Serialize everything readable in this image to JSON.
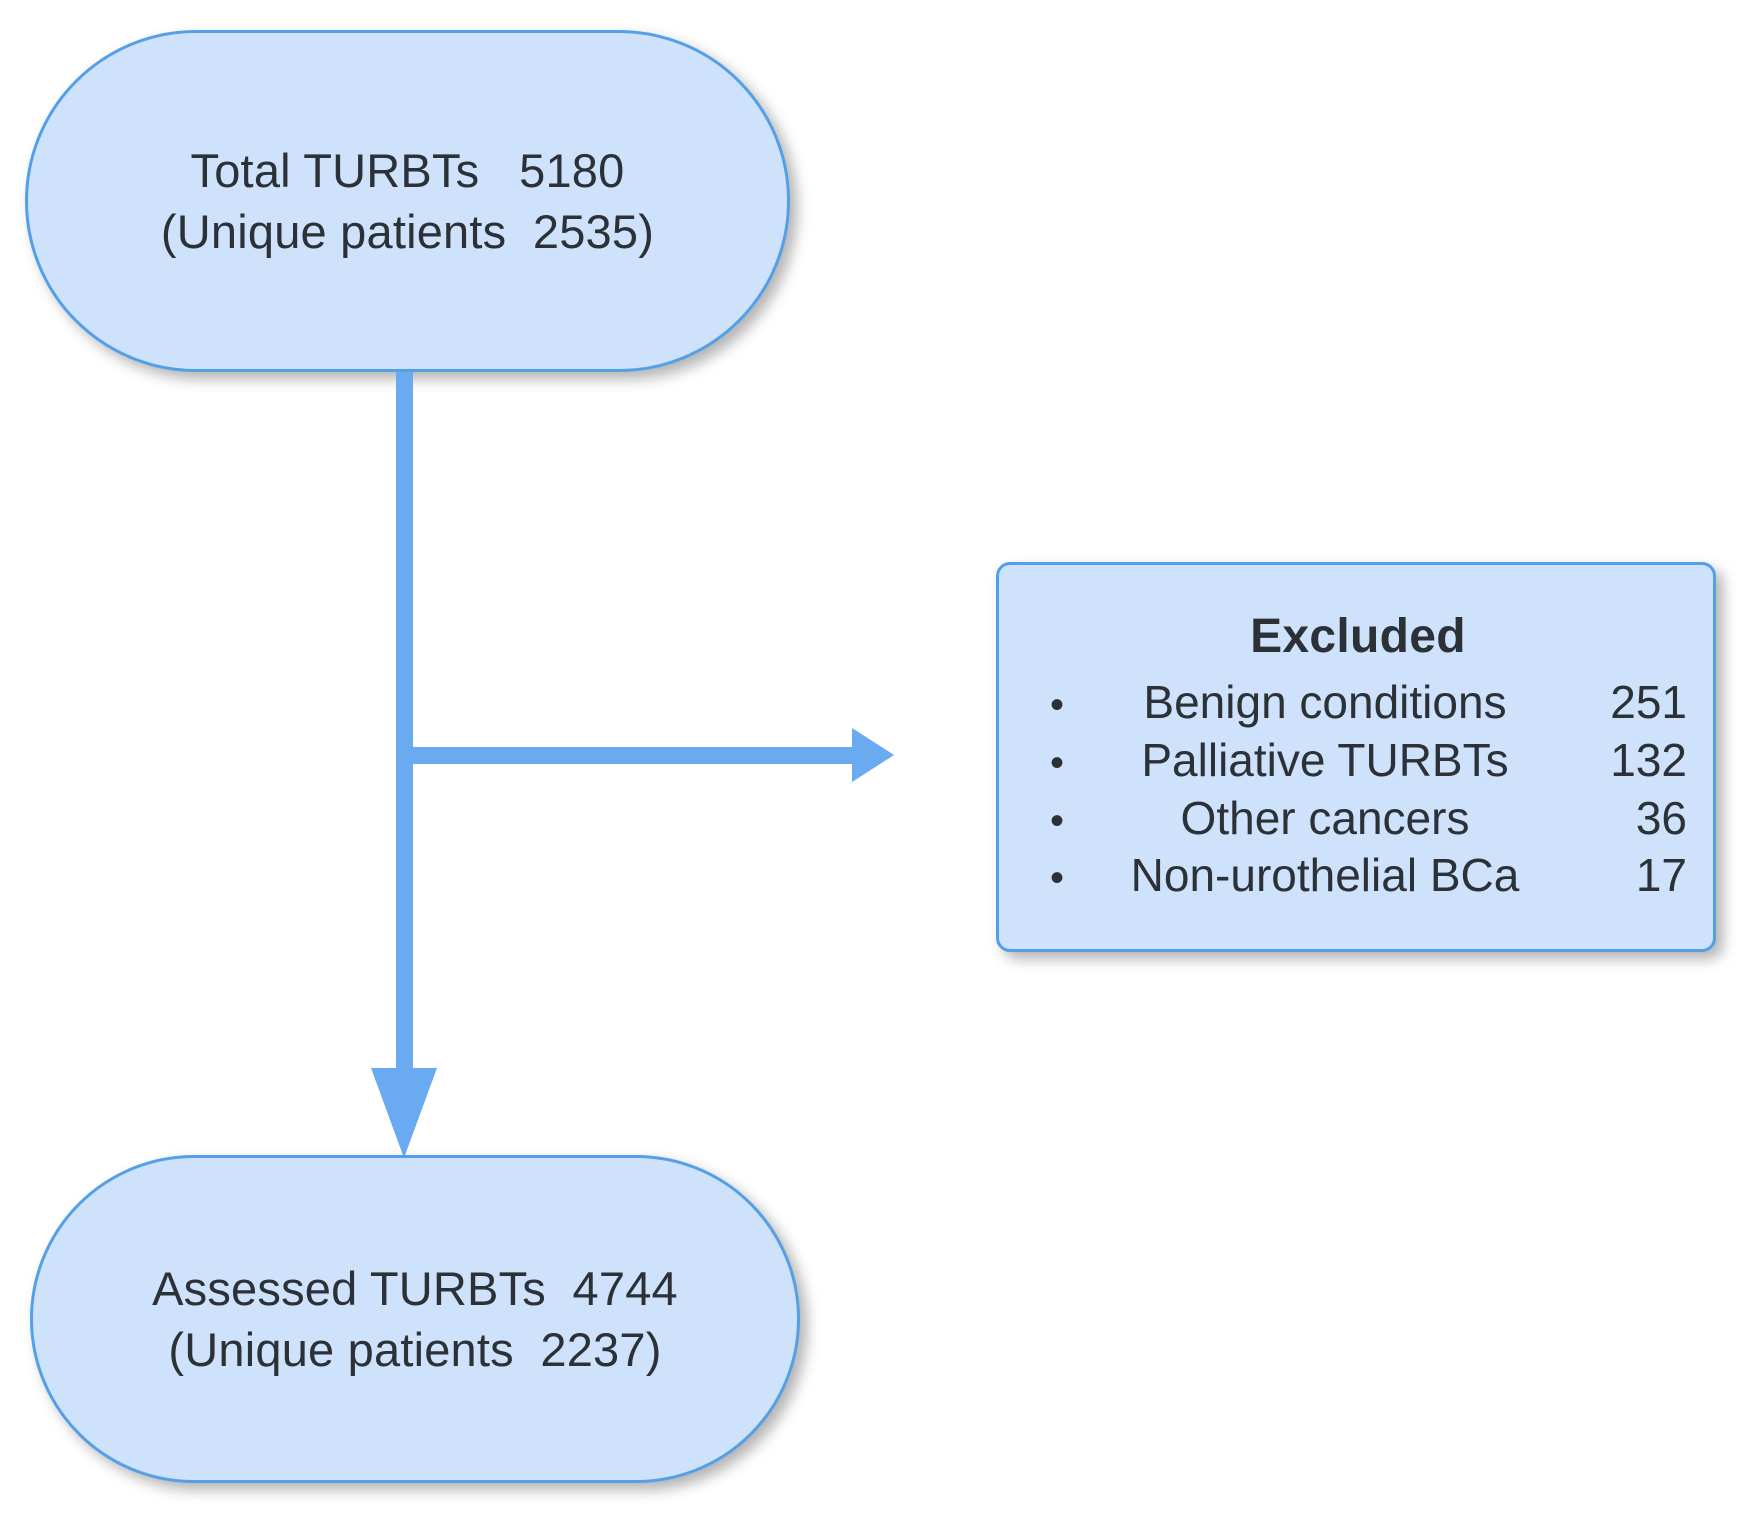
{
  "diagram": {
    "type": "flowchart",
    "title": "TURBT cohort selection flow",
    "colors": {
      "node_fill": "#cfe2fc",
      "node_border": "#54a0e8",
      "connector": "#6aaaf0",
      "text": "#2b3137",
      "background": "#ffffff"
    },
    "nodes": [
      {
        "id": "total",
        "shape": "stadium",
        "lines": [
          "Total TURBTs   5180",
          "(Unique patients  2535)"
        ],
        "line1": "Total TURBTs   5180",
        "line2": "(Unique patients  2535)"
      },
      {
        "id": "excluded",
        "shape": "rectangle",
        "title": "Excluded",
        "rows": [
          {
            "bullet": "•",
            "label": "Benign conditions",
            "value": "251"
          },
          {
            "bullet": "•",
            "label": "Palliative TURBTs",
            "value": "132"
          },
          {
            "bullet": "•",
            "label": "Other cancers",
            "value": "36"
          },
          {
            "bullet": "•",
            "label": "Non-urothelial BCa",
            "value": "17"
          }
        ]
      },
      {
        "id": "assessed",
        "shape": "stadium",
        "lines": [
          "Assessed TURBTs  4744",
          "(Unique patients  2237)"
        ],
        "line1": "Assessed TURBTs  4744",
        "line2": "(Unique patients  2237)"
      }
    ],
    "edges": [
      {
        "from": "total",
        "to": "excluded",
        "direction": "right",
        "label": ""
      },
      {
        "from": "total",
        "to": "assessed",
        "direction": "down",
        "label": ""
      }
    ]
  }
}
